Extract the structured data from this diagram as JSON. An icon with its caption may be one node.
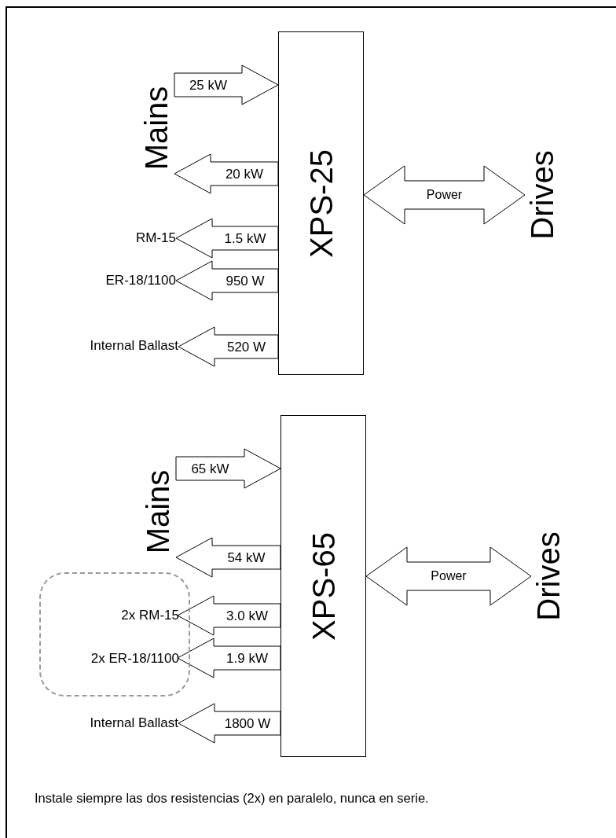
{
  "diagram": {
    "nodes": [
      {
        "text": [
          "Mains"
        ]
      },
      {
        "text": [
          "XPS-25"
        ]
      },
      {
        "text": [
          "Drives"
        ]
      },
      {
        "text": [
          "RM-15"
        ]
      },
      {
        "text": [
          "ER-18/1100"
        ]
      },
      {
        "text": [
          "Internal Ballast"
        ]
      },
      {
        "text": [
          "Mains"
        ]
      },
      {
        "text": [
          "XPS-65"
        ]
      },
      {
        "text": [
          "Drives"
        ]
      },
      {
        "text": [],
        "shape": "box"
      },
      {
        "text": [
          "2x RM-15"
        ],
        "in": 9
      },
      {
        "text": [
          "2x ER-18/1100"
        ],
        "in": 9
      },
      {
        "text": [
          "Internal Ballast"
        ]
      }
    ],
    "edges": [
      {
        "from": 0,
        "to": 1,
        "arrow": "to",
        "label": "25 kW"
      },
      {
        "from": 1,
        "to": 0,
        "arrow": "to",
        "label": "20 kW"
      },
      {
        "from": 1,
        "to": 3,
        "arrow": "to",
        "label": "1.5 kW"
      },
      {
        "from": 1,
        "to": 4,
        "arrow": "to",
        "label": "950 W"
      },
      {
        "from": 1,
        "to": 5,
        "arrow": "to",
        "label": "520 W"
      },
      {
        "from": 1,
        "to": 2,
        "arrow": "both",
        "label": "Power"
      },
      {
        "from": 6,
        "to": 7,
        "arrow": "to",
        "label": "65 kW"
      },
      {
        "from": 7,
        "to": 6,
        "arrow": "to",
        "label": "54 kW"
      },
      {
        "from": 7,
        "to": 10,
        "arrow": "to",
        "label": "3.0 kW"
      },
      {
        "from": 7,
        "to": 11,
        "arrow": "to",
        "label": "1.9 kW"
      },
      {
        "from": 7,
        "to": 12,
        "arrow": "to",
        "label": "1800 W"
      },
      {
        "from": 7,
        "to": 8,
        "arrow": "both",
        "label": "Power"
      }
    ],
    "labels": [
      "Instale siempre las dos resistencias (2x) en paralelo, nunca en serie."
    ]
  }
}
